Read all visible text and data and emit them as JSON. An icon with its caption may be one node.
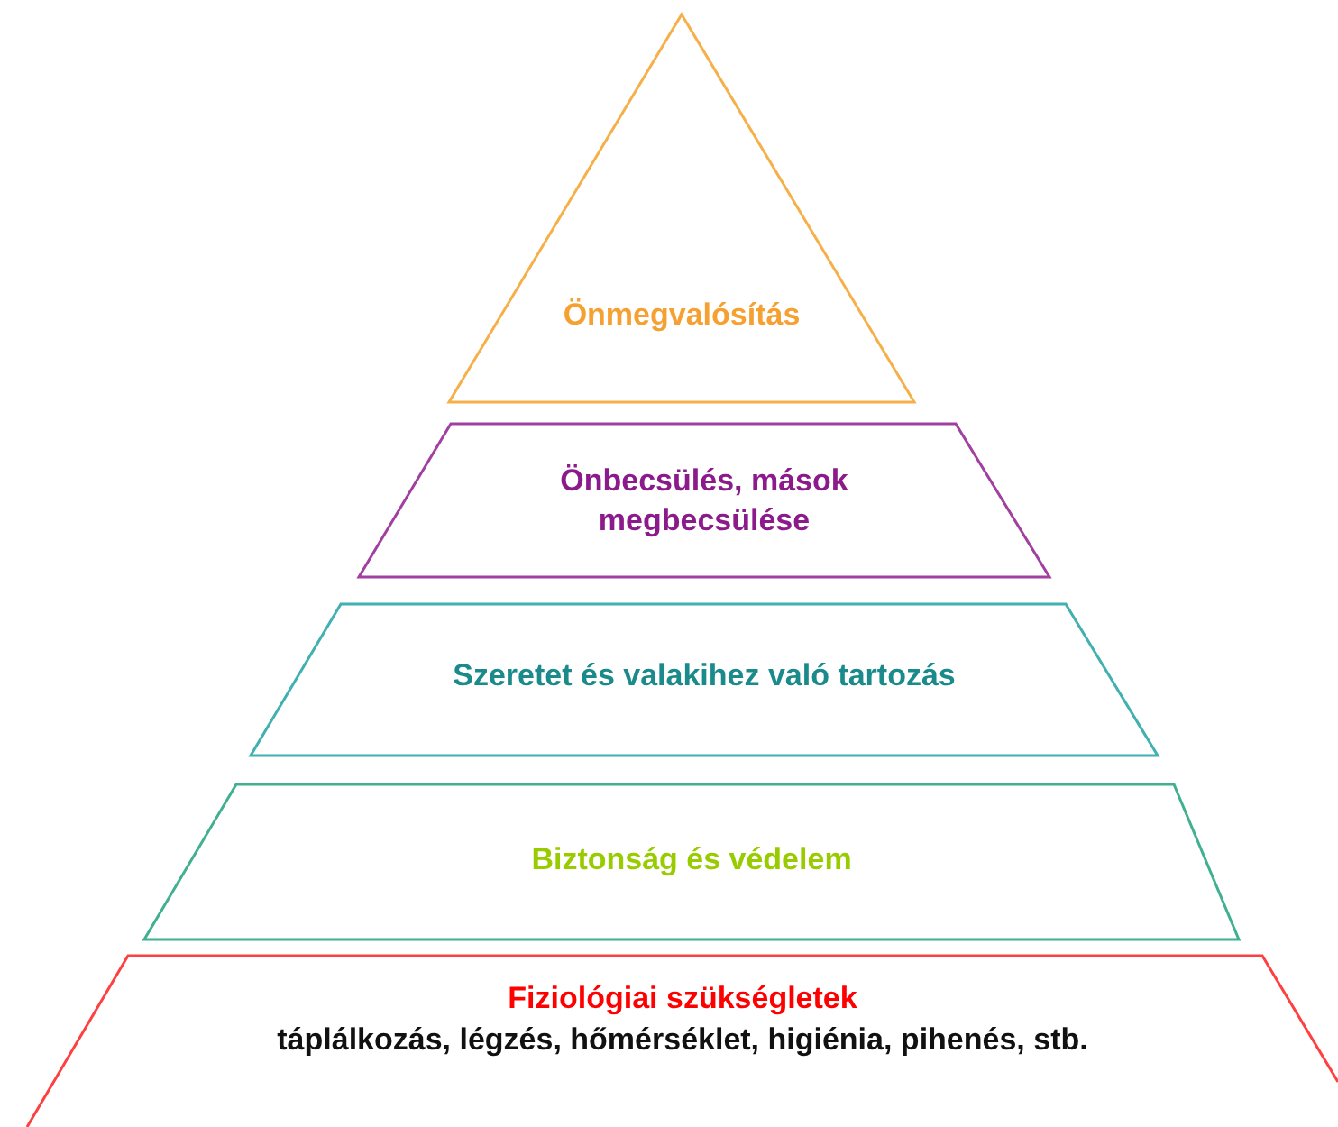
{
  "diagram": {
    "nodes": [
      {
        "text": [
          "Önmegvalósítás"
        ]
      },
      {
        "text": [
          "Önbecsülés, mások megbecsülése"
        ]
      },
      {
        "text": [
          "Szeretet és valakihez való tartozás"
        ]
      },
      {
        "text": [
          "Biztonság és védelem"
        ]
      },
      {
        "text": [
          "Fiziológiai szükségletek",
          "táplálkozás, légzés, hőmérséklet, higiénia, pihenés, stb."
        ]
      }
    ]
  }
}
